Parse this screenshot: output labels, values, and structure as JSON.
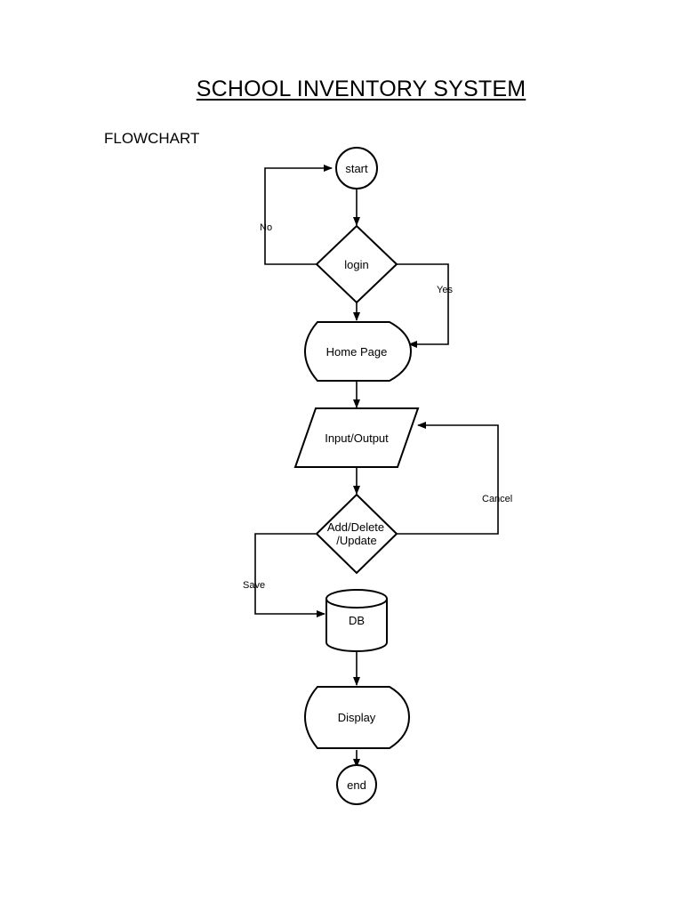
{
  "document": {
    "title": "SCHOOL INVENTORY SYSTEM",
    "section_label": "FLOWCHART"
  },
  "flowchart": {
    "nodes": {
      "start": "start",
      "login": "login",
      "home_page": "Home Page",
      "input_output": "Input/Output",
      "add_delete_update_line1": "Add/Delete",
      "add_delete_update_line2": "/Update",
      "db": "DB",
      "display": "Display",
      "end": "end"
    },
    "edges": {
      "no": "No",
      "yes": "Yes",
      "cancel": "Cancel",
      "save": "Save"
    }
  }
}
